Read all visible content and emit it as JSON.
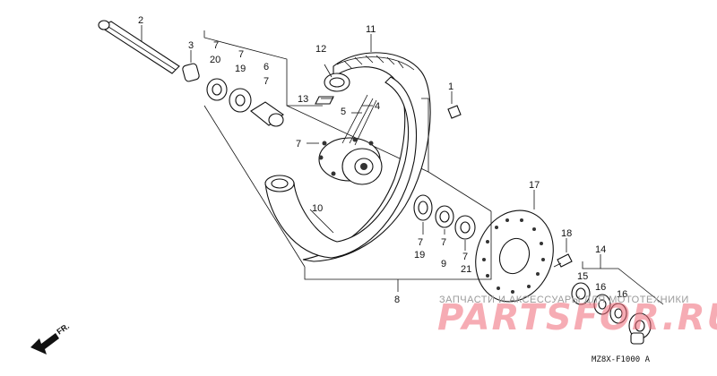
{
  "callouts": {
    "c1": "1",
    "c2": "2",
    "c3": "3",
    "c4": "4",
    "c5": "5",
    "c6": "6",
    "c7a": "7",
    "c7b": "7",
    "c7c": "7",
    "c7d": "7",
    "c7e": "7",
    "c7f": "7",
    "c7g": "7",
    "c8": "8",
    "c9": "9",
    "c10": "10",
    "c11": "11",
    "c12": "12",
    "c13": "13",
    "c14": "14",
    "c15": "15",
    "c16a": "16",
    "c16b": "16",
    "c17": "17",
    "c18": "18",
    "c19a": "19",
    "c19b": "19",
    "c20": "20",
    "c21": "21"
  },
  "watermark": {
    "top_text": "ЗАПЧАСТИ И АКСЕССУАРЫ ДЛЯ МОТОТЕХНИКИ",
    "brand_text": "PARTSFOR.RU"
  },
  "diagram_code": "MZ8X-F1000 A",
  "direction_label": "FR.",
  "colors": {
    "watermark_brand": "#f06a78",
    "watermark_text": "#9a9a9a",
    "ink": "#111111"
  }
}
